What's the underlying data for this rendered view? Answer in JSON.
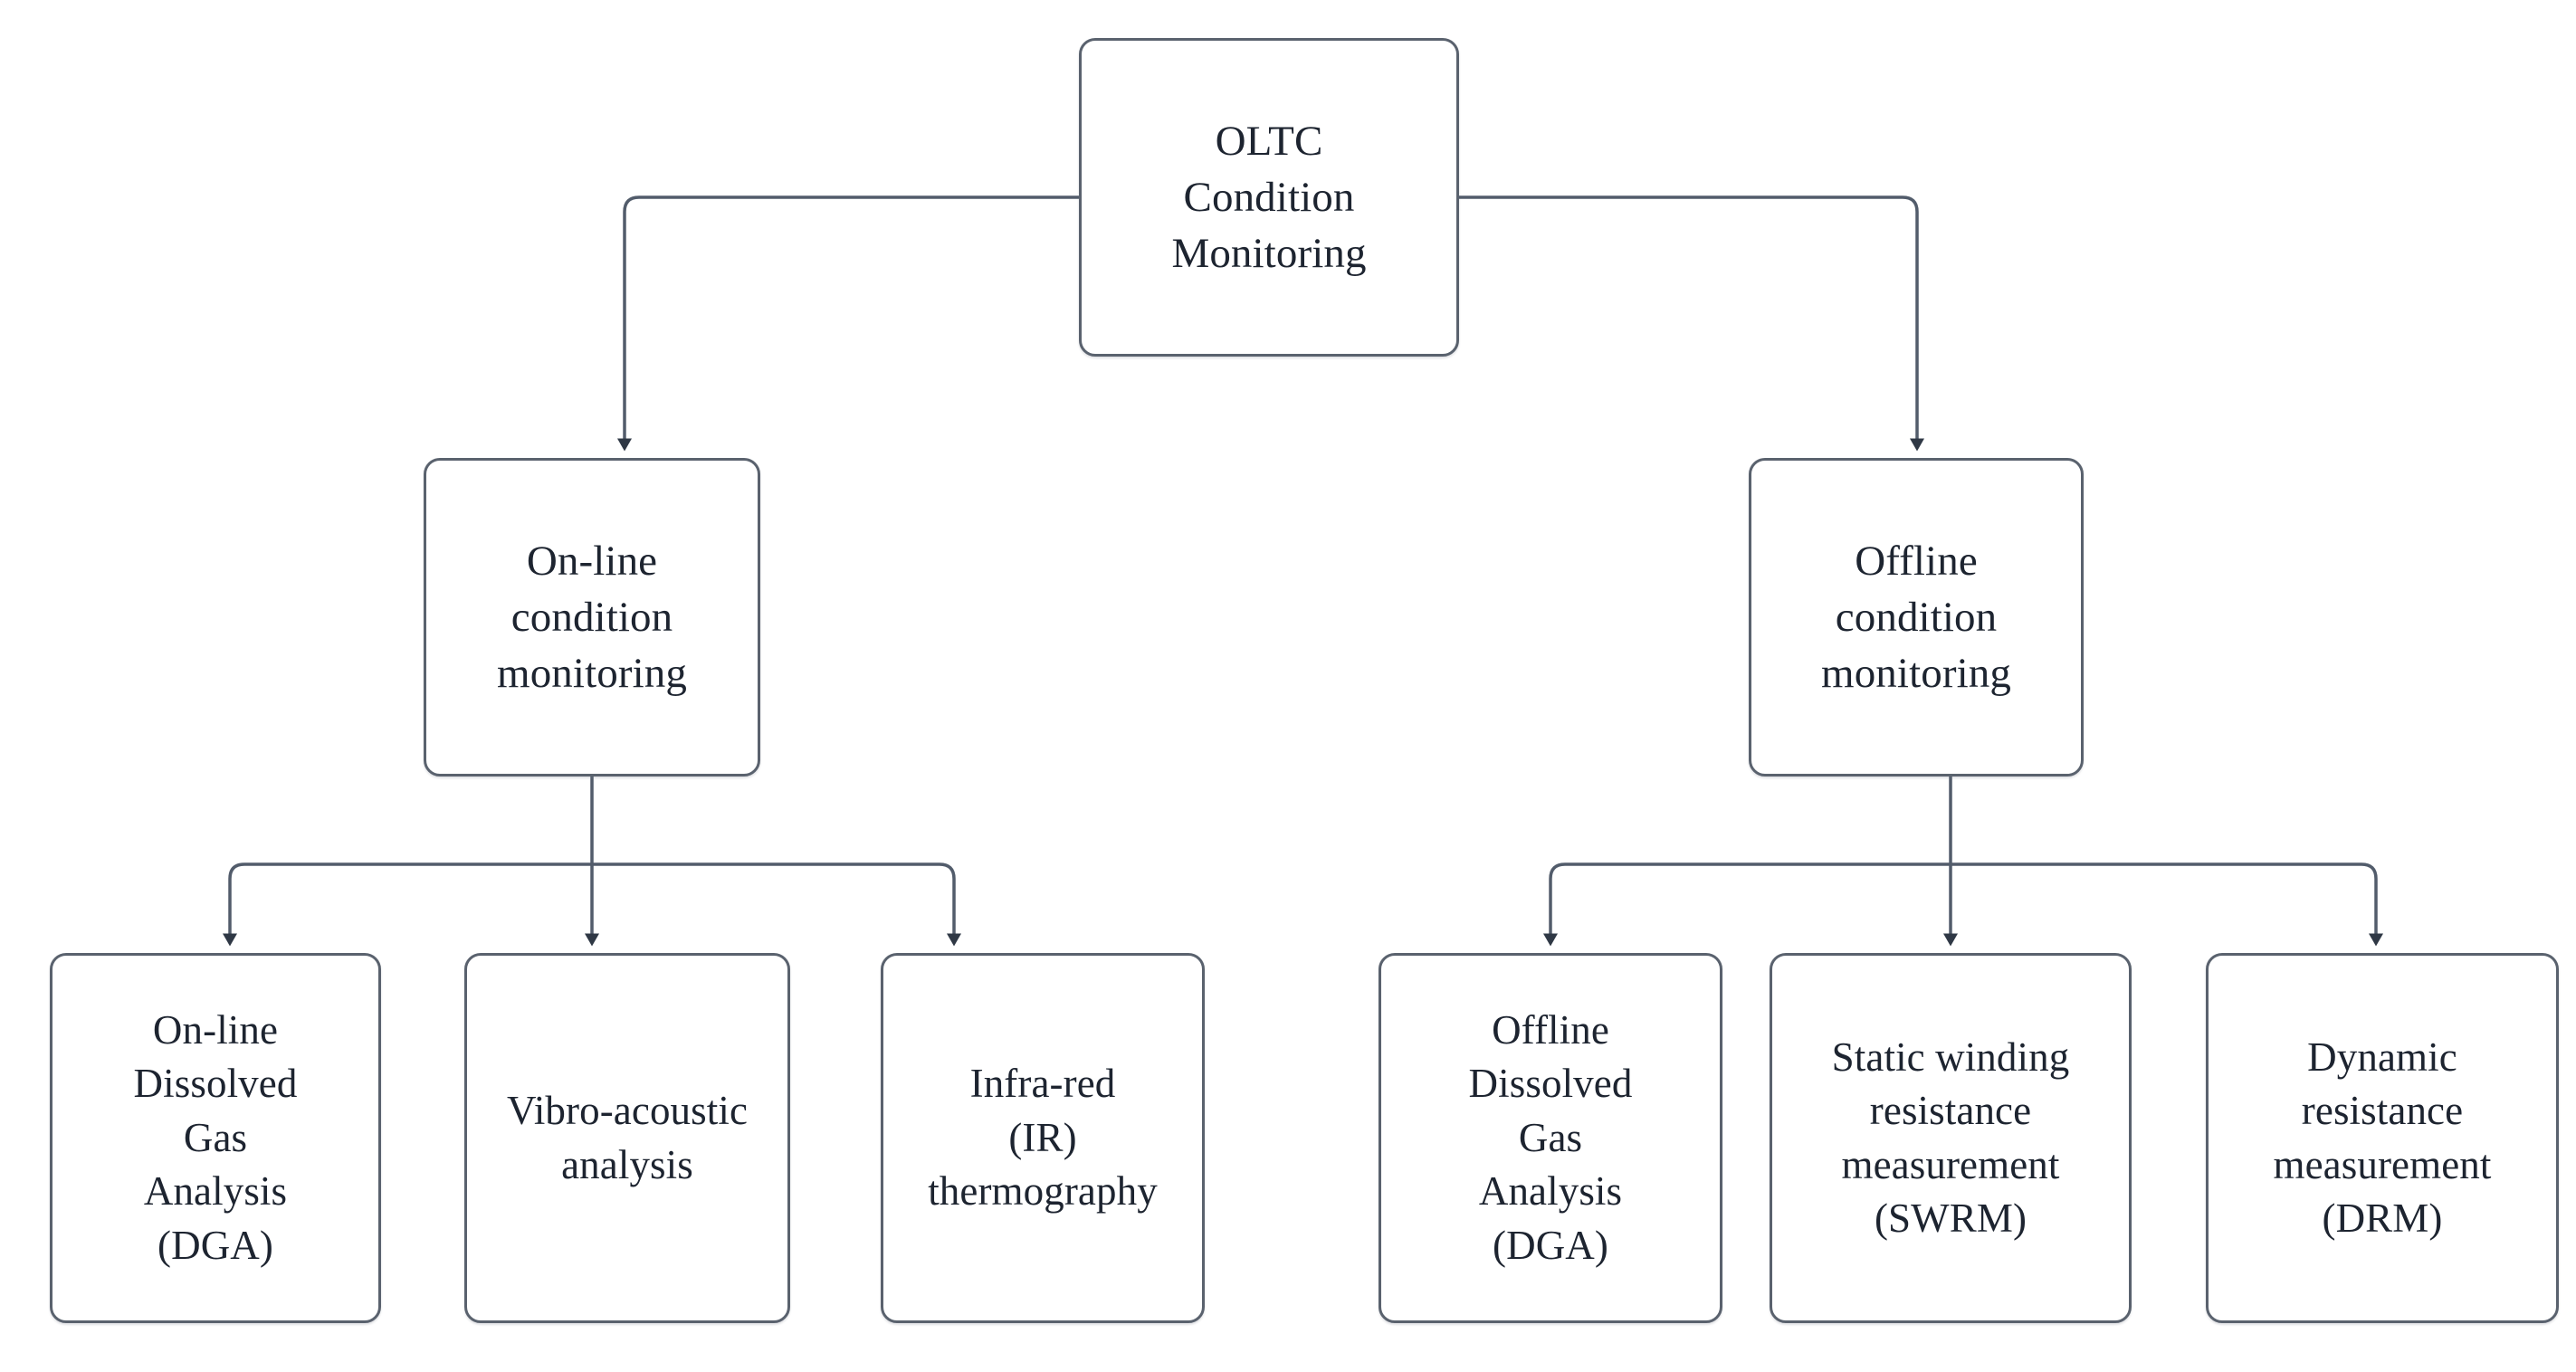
{
  "diagram": {
    "title_node": {
      "id": "oltc-condition-monitoring",
      "label": "OLTC\nCondition\nMonitoring"
    },
    "branches": [
      {
        "id": "online-condition-monitoring",
        "label": "On-line\ncondition\nmonitoring",
        "children": [
          {
            "id": "online-dga",
            "label": "On-line\nDissolved\nGas\nAnalysis\n(DGA)"
          },
          {
            "id": "vibro-acoustic-analysis",
            "label": "Vibro-acoustic\nanalysis"
          },
          {
            "id": "infra-red-thermography",
            "label": "Infra-red\n(IR)\nthermography"
          }
        ]
      },
      {
        "id": "offline-condition-monitoring",
        "label": "Offline\ncondition\nmonitoring",
        "children": [
          {
            "id": "offline-dga",
            "label": "Offline\nDissolved\nGas\nAnalysis\n(DGA)"
          },
          {
            "id": "static-winding-resistance-measurement",
            "label": "Static winding\nresistance\nmeasurement\n(SWRM)"
          },
          {
            "id": "dynamic-resistance-measurement",
            "label": "Dynamic\nresistance\nmeasurement\n(DRM)"
          }
        ]
      }
    ],
    "style": {
      "node_stroke": "#5a626e",
      "node_fill": "#ffffff",
      "text_color": "#1d2430",
      "connector_color": "#525c6b",
      "background": "#ffffff"
    }
  }
}
